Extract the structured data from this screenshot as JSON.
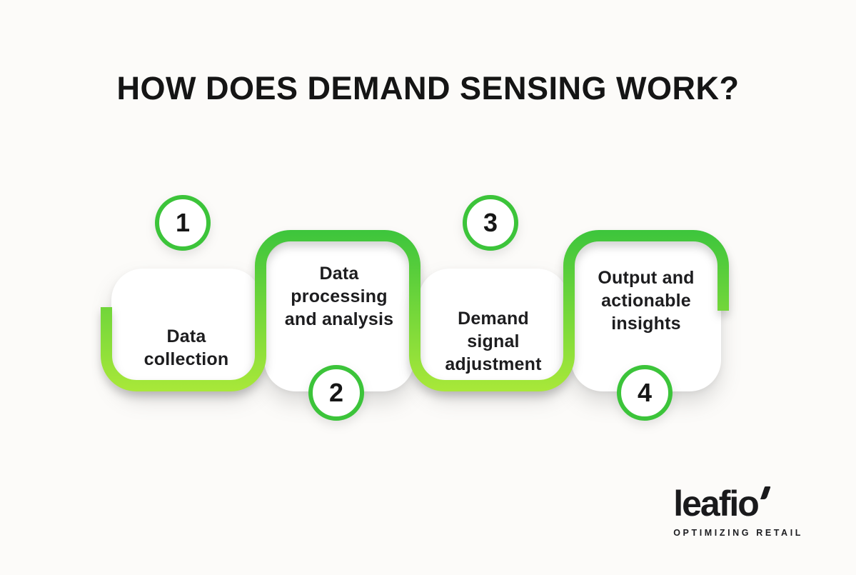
{
  "title": "HOW DOES DEMAND SENSING WORK?",
  "colors": {
    "background": "#fcfbf9",
    "text_dark": "#1a1a1c",
    "circle_ring": "#3cc43a",
    "path_green_top": "#3dc53c",
    "path_green_bottom": "#a9e839"
  },
  "steps": [
    {
      "number": "1",
      "label": "Data\ncollection"
    },
    {
      "number": "2",
      "label": "Data\nprocessing\nand analysis"
    },
    {
      "number": "3",
      "label": "Demand\nsignal\nadjustment"
    },
    {
      "number": "4",
      "label": "Output and\nactionable\ninsights"
    }
  ],
  "logo": {
    "name": "leafio",
    "tagline": "OPTIMIZING RETAIL"
  }
}
